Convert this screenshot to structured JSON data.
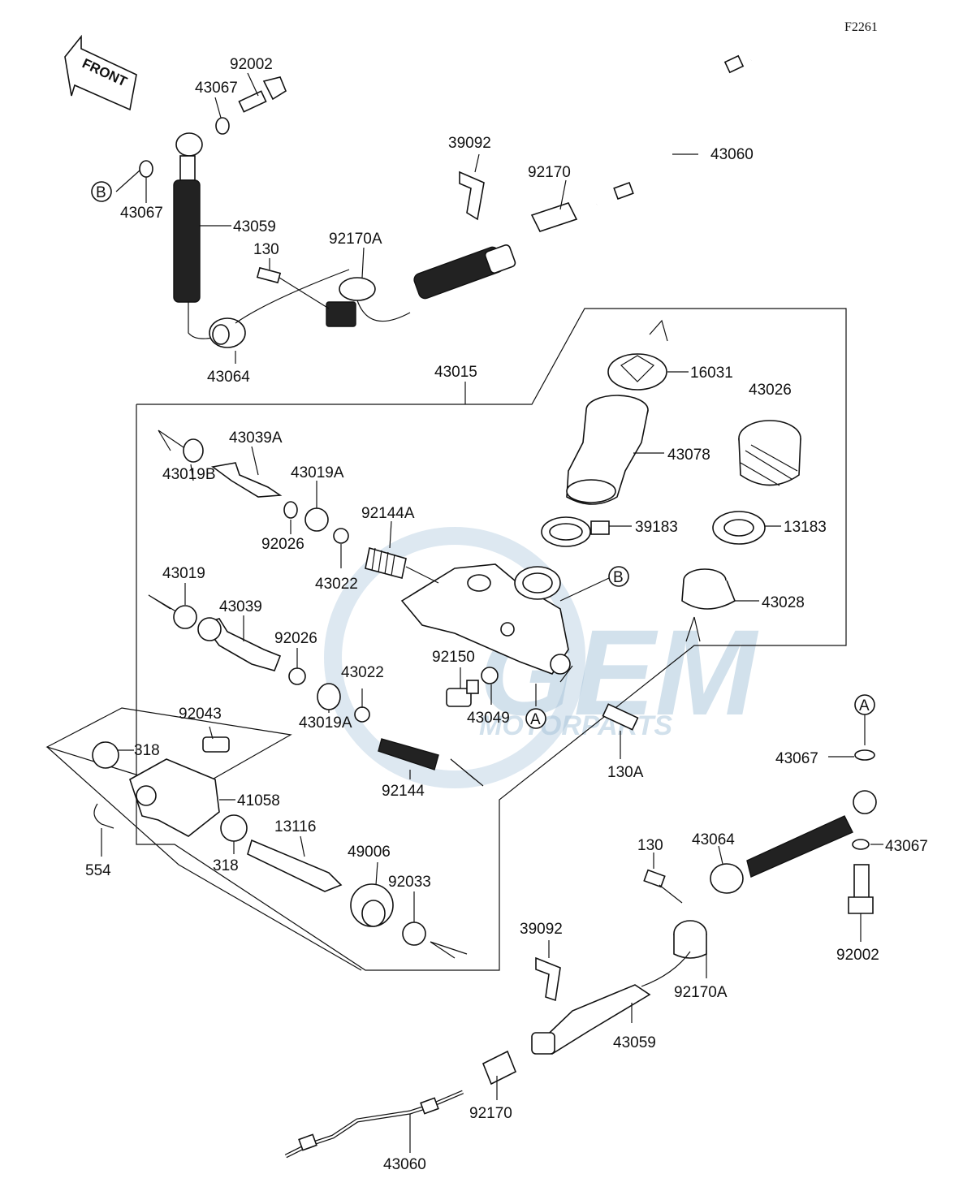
{
  "figure_id": "F2261",
  "front_label": "FRONT",
  "watermark": {
    "line1": "GEM",
    "line2": "MOTORPARTS"
  },
  "callouts": {
    "a": "A",
    "b": "B"
  },
  "part_labels": {
    "p92002_top": "92002",
    "p43067_top": "43067",
    "p43067_left": "43067",
    "p43059_top": "43059",
    "p130_top": "130",
    "p92170a_top": "92170A",
    "p43064_top": "43064",
    "p39092_top": "39092",
    "p92170_top": "92170",
    "p43060_top": "43060",
    "p43015": "43015",
    "p16031": "16031",
    "p43026": "43026",
    "p43078": "43078",
    "p39183": "39183",
    "p13183": "13183",
    "p43028": "43028",
    "p43039a": "43039A",
    "p43019b": "43019B",
    "p43019a_1": "43019A",
    "p92026_1": "92026",
    "p92144a": "92144A",
    "p43022_1": "43022",
    "p43019": "43019",
    "p43039": "43039",
    "p92026_2": "92026",
    "p92150": "92150",
    "p43022_2": "43022",
    "p43049": "43049",
    "p43019a_2": "43019A",
    "p92144": "92144",
    "p130a": "130A",
    "p92043": "92043",
    "p318_1": "318",
    "p41058": "41058",
    "p554": "554",
    "p318_2": "318",
    "p13116": "13116",
    "p49006": "49006",
    "p92033": "92033",
    "p43067_r1": "43067",
    "p43067_r2": "43067",
    "p130_bot": "130",
    "p43064_bot": "43064",
    "p92002_bot": "92002",
    "p39092_bot": "39092",
    "p92170a_bot": "92170A",
    "p43059_bot": "43059",
    "p92170_bot": "92170",
    "p43060_bot": "43060"
  }
}
